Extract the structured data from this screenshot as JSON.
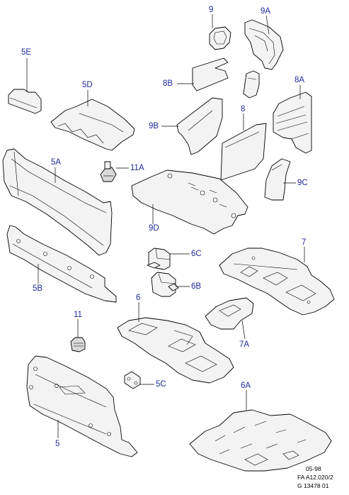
{
  "diagram": {
    "callouts": {
      "c9": "9",
      "c9A": "9A",
      "c5E": "5E",
      "c8B": "8B",
      "c8A": "8A",
      "c5D": "5D",
      "c9B": "9B",
      "c8": "8",
      "c5A": "5A",
      "c11A": "11A",
      "c9C": "9C",
      "c9D": "9D",
      "c6C": "6C",
      "c7": "7",
      "c5B": "5B",
      "c6B": "6B",
      "c6": "6",
      "c11": "11",
      "c7A": "7A",
      "c5C": "5C",
      "c6A": "6A",
      "c5": "5"
    },
    "reference": {
      "date": "05-98",
      "code": "FA A12.020/2",
      "drawing": "G 13478 01"
    },
    "callout_color": "#1f2a9c"
  }
}
